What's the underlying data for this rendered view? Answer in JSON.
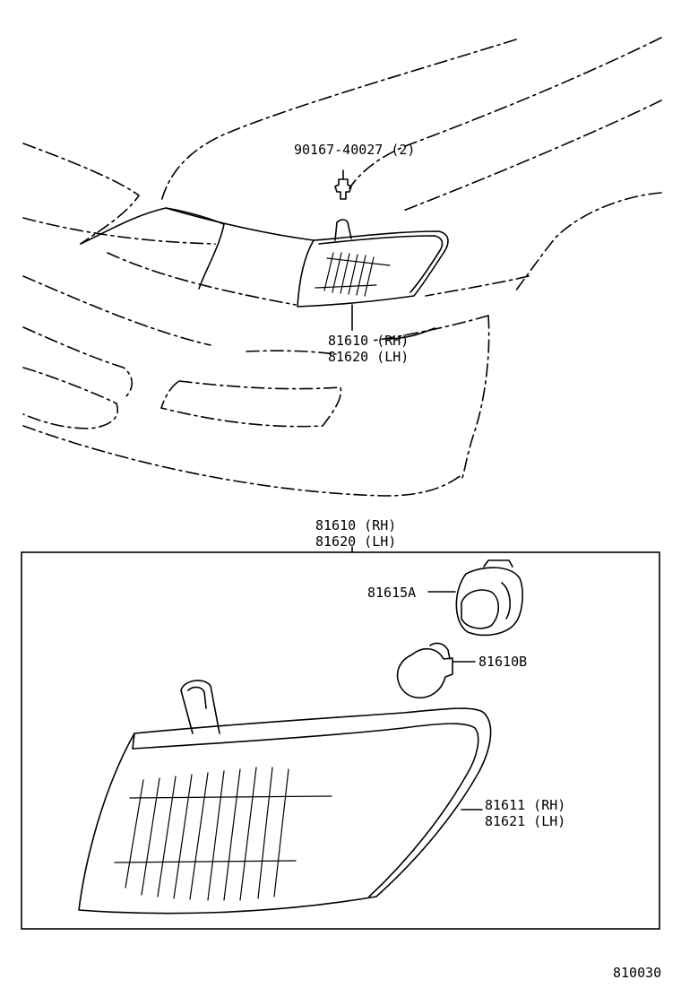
{
  "labels": {
    "screw": "90167-40027 (2)",
    "assy_top_rh": "81610 (RH)",
    "assy_top_lh": "81620 (LH)",
    "assy_box_rh": "81610 (RH)",
    "assy_box_lh": "81620 (LH)",
    "socket": "81615A",
    "bulb": "81610B",
    "lens_rh": "81611 (RH)",
    "lens_lh": "81621 (LH)",
    "diagram_id": "810030"
  }
}
